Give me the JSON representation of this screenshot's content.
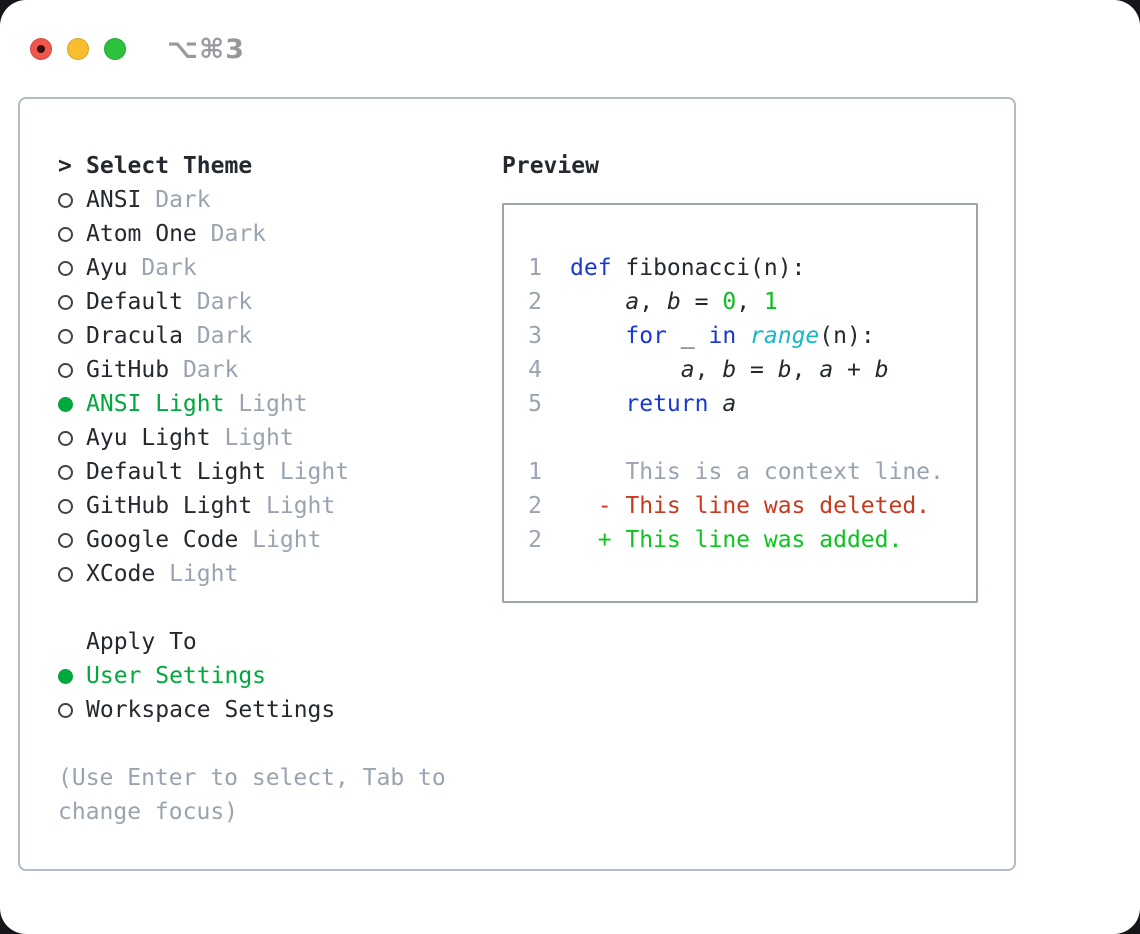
{
  "window": {
    "shortcut": "⌥⌘3"
  },
  "colors": {
    "text": "#24292f",
    "muted": "#9aa3b0",
    "select_green": "#00a83e",
    "keyword_blue": "#1738d2",
    "number_green": "#0abd20",
    "builtin_cyan": "#14b8c8",
    "diff_deleted": "#c9391f",
    "diff_added": "#0cc31f",
    "panel_border": "#b2bac6",
    "box_border": "#9ba3ab",
    "traffic_red": "#f0564b",
    "traffic_yellow": "#f9be2d",
    "traffic_green": "#2dc23e",
    "red_dot": "#3a0e08",
    "shortcut_gray": "#98989d"
  },
  "theme_panel": {
    "title_prefix": ">",
    "title": "Select Theme",
    "items": [
      {
        "name": "ANSI",
        "variant": "Dark",
        "selected": false
      },
      {
        "name": "Atom One",
        "variant": "Dark",
        "selected": false
      },
      {
        "name": "Ayu",
        "variant": "Dark",
        "selected": false
      },
      {
        "name": "Default",
        "variant": "Dark",
        "selected": false
      },
      {
        "name": "Dracula",
        "variant": "Dark",
        "selected": false
      },
      {
        "name": "GitHub",
        "variant": "Dark",
        "selected": false
      },
      {
        "name": "ANSI Light",
        "variant": "Light",
        "selected": true
      },
      {
        "name": "Ayu Light",
        "variant": "Light",
        "selected": false
      },
      {
        "name": "Default Light",
        "variant": "Light",
        "selected": false
      },
      {
        "name": "GitHub Light",
        "variant": "Light",
        "selected": false
      },
      {
        "name": "Google Code",
        "variant": "Light",
        "selected": false
      },
      {
        "name": "XCode",
        "variant": "Light",
        "selected": false
      }
    ],
    "apply_to": {
      "title": "Apply To",
      "options": [
        {
          "label": "User Settings",
          "selected": true
        },
        {
          "label": "Workspace Settings",
          "selected": false
        }
      ]
    },
    "help_text": "(Use Enter to select, Tab to change focus)"
  },
  "preview": {
    "title": "Preview",
    "lines": [
      {
        "kind": "code",
        "num": "1",
        "tokens": [
          {
            "text": "def",
            "style": "kw"
          },
          {
            "text": " fibonacci(n):",
            "style": "plain"
          }
        ]
      },
      {
        "kind": "code",
        "num": "2",
        "tokens": [
          {
            "text": "    ",
            "style": "plain"
          },
          {
            "text": "a",
            "style": "var"
          },
          {
            "text": ", ",
            "style": "plain"
          },
          {
            "text": "b",
            "style": "var"
          },
          {
            "text": " = ",
            "style": "plain"
          },
          {
            "text": "0",
            "style": "num"
          },
          {
            "text": ", ",
            "style": "plain"
          },
          {
            "text": "1",
            "style": "num"
          }
        ]
      },
      {
        "kind": "code",
        "num": "3",
        "tokens": [
          {
            "text": "    ",
            "style": "plain"
          },
          {
            "text": "for",
            "style": "kw"
          },
          {
            "text": " _ ",
            "style": "plain"
          },
          {
            "text": "in",
            "style": "kw"
          },
          {
            "text": " ",
            "style": "plain"
          },
          {
            "text": "range",
            "style": "builtin"
          },
          {
            "text": "(n):",
            "style": "plain"
          }
        ]
      },
      {
        "kind": "code",
        "num": "4",
        "tokens": [
          {
            "text": "        ",
            "style": "plain"
          },
          {
            "text": "a",
            "style": "var"
          },
          {
            "text": ", ",
            "style": "plain"
          },
          {
            "text": "b",
            "style": "var"
          },
          {
            "text": " = ",
            "style": "plain"
          },
          {
            "text": "b",
            "style": "var"
          },
          {
            "text": ", ",
            "style": "plain"
          },
          {
            "text": "a",
            "style": "var"
          },
          {
            "text": " + ",
            "style": "plain"
          },
          {
            "text": "b",
            "style": "var"
          }
        ]
      },
      {
        "kind": "code",
        "num": "5",
        "tokens": [
          {
            "text": "    ",
            "style": "plain"
          },
          {
            "text": "return",
            "style": "kw"
          },
          {
            "text": " ",
            "style": "plain"
          },
          {
            "text": "a",
            "style": "var"
          }
        ]
      },
      {
        "kind": "blank",
        "num": "",
        "tokens": []
      },
      {
        "kind": "context",
        "num": "1",
        "tokens": [
          {
            "text": "    This is a context line.",
            "style": "context"
          }
        ]
      },
      {
        "kind": "deleted",
        "num": "2",
        "tokens": [
          {
            "text": "  - This line was deleted.",
            "style": "del"
          }
        ]
      },
      {
        "kind": "added",
        "num": "2",
        "tokens": [
          {
            "text": "  + This line was added.",
            "style": "add"
          }
        ]
      }
    ]
  }
}
